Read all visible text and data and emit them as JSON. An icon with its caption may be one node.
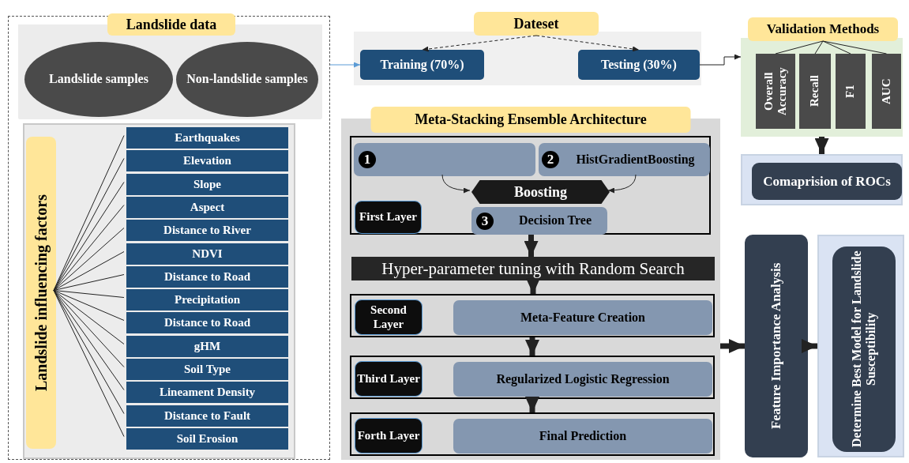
{
  "diagram": {
    "nodes": [
      {
        "text": [],
        "shape": "box"
      },
      {
        "text": [],
        "shape": "box",
        "in": 0
      },
      {
        "text": [
          "Landslide data"
        ],
        "in": 1
      },
      {
        "text": [
          "Landslide samples"
        ],
        "in": 1
      },
      {
        "text": [
          "Non-landslide samples"
        ],
        "in": 1
      },
      {
        "text": [],
        "shape": "box",
        "in": 0
      },
      {
        "text": [
          "Landslide influencing factors"
        ],
        "in": 5
      },
      {
        "text": [
          "Earthquakes"
        ],
        "in": 5
      },
      {
        "text": [
          "Elevation"
        ],
        "in": 5
      },
      {
        "text": [
          "Slope"
        ],
        "in": 5
      },
      {
        "text": [
          "Aspect"
        ],
        "in": 5
      },
      {
        "text": [
          "Distance to River"
        ],
        "in": 5
      },
      {
        "text": [
          "NDVI"
        ],
        "in": 5
      },
      {
        "text": [
          "Distance to Road"
        ],
        "in": 5
      },
      {
        "text": [
          "Precipitation"
        ],
        "in": 5
      },
      {
        "text": [
          "Distance to Road"
        ],
        "in": 5
      },
      {
        "text": [
          "gHM"
        ],
        "in": 5
      },
      {
        "text": [
          "Soil Type"
        ],
        "in": 5
      },
      {
        "text": [
          "Lineament Density"
        ],
        "in": 5
      },
      {
        "text": [
          "Distance to Fault"
        ],
        "in": 5
      },
      {
        "text": [
          "Soil Erosion"
        ],
        "in": 5
      },
      {
        "text": [],
        "shape": "box"
      },
      {
        "text": [
          "Dateset"
        ],
        "in": 21
      },
      {
        "text": [
          "Training (70%)"
        ],
        "in": 21
      },
      {
        "text": [
          "Testing (30%)"
        ],
        "in": 21
      },
      {
        "text": [
          "Meta-Stacking Ensemble Architecture"
        ]
      },
      {
        "text": [],
        "shape": "box",
        "in": 25
      },
      {
        "text": [
          "1"
        ],
        "in": 26
      },
      {
        "text": [
          "2",
          "HistGradientBoosting"
        ],
        "in": 26
      },
      {
        "text": [
          "Boosting"
        ],
        "in": 26
      },
      {
        "text": [
          "3",
          "Decision Tree"
        ],
        "in": 26
      },
      {
        "text": [
          "First Layer"
        ],
        "in": 26
      },
      {
        "text": [
          "Hyper-parameter tuning with Random Search"
        ],
        "in": 25
      },
      {
        "text": [],
        "shape": "box",
        "in": 25
      },
      {
        "text": [
          "Second Layer"
        ],
        "in": 33
      },
      {
        "text": [
          "Meta-Feature Creation"
        ],
        "in": 33
      },
      {
        "text": [],
        "shape": "box",
        "in": 25
      },
      {
        "text": [
          "Third Layer"
        ],
        "in": 36
      },
      {
        "text": [
          "Regularized Logistic Regression"
        ],
        "in": 36
      },
      {
        "text": [],
        "shape": "box",
        "in": 25
      },
      {
        "text": [
          "Forth Layer"
        ],
        "in": 39
      },
      {
        "text": [
          "Final Prediction"
        ],
        "in": 39
      },
      {
        "text": [],
        "shape": "box"
      },
      {
        "text": [
          "Validation Methods"
        ],
        "in": 42
      },
      {
        "text": [
          "Overall Accuracy"
        ],
        "in": 42
      },
      {
        "text": [
          "Recall"
        ],
        "in": 42
      },
      {
        "text": [
          "F1"
        ],
        "in": 42
      },
      {
        "text": [
          "AUC"
        ],
        "in": 42
      },
      {
        "text": [],
        "shape": "box"
      },
      {
        "text": [
          "Comaprision of ROCs"
        ],
        "in": 48
      },
      {
        "text": [
          "Feature Importance Analysis"
        ]
      },
      {
        "text": [],
        "shape": "box"
      },
      {
        "text": [
          "Determine Best Model for Landslide Susceptibility"
        ],
        "in": 51
      }
    ],
    "edges": [
      {
        "from": 6,
        "to": 7,
        "arrow": "none"
      },
      {
        "from": 6,
        "to": 8,
        "arrow": "none"
      },
      {
        "from": 6,
        "to": 9,
        "arrow": "none"
      },
      {
        "from": 6,
        "to": 10,
        "arrow": "none"
      },
      {
        "from": 6,
        "to": 11,
        "arrow": "none"
      },
      {
        "from": 6,
        "to": 12,
        "arrow": "none"
      },
      {
        "from": 6,
        "to": 13,
        "arrow": "none"
      },
      {
        "from": 6,
        "to": 14,
        "arrow": "none"
      },
      {
        "from": 6,
        "to": 15,
        "arrow": "none"
      },
      {
        "from": 6,
        "to": 16,
        "arrow": "none"
      },
      {
        "from": 6,
        "to": 17,
        "arrow": "none"
      },
      {
        "from": 6,
        "to": 18,
        "arrow": "none"
      },
      {
        "from": 6,
        "to": 19,
        "arrow": "none"
      },
      {
        "from": 6,
        "to": 20,
        "arrow": "none"
      },
      {
        "from": 0,
        "to": 23,
        "arrow": "to",
        "color": "#5b9bd5"
      },
      {
        "from": 22,
        "to": 23,
        "arrow": "to",
        "style": "dashed"
      },
      {
        "from": 22,
        "to": 24,
        "arrow": "to",
        "style": "dashed"
      },
      {
        "from": 24,
        "to": 42,
        "arrow": "to"
      },
      {
        "from": 27,
        "to": 29,
        "arrow": "to"
      },
      {
        "from": 28,
        "to": 29,
        "arrow": "to"
      },
      {
        "from": 26,
        "to": 32,
        "arrow": "to",
        "style": "thick"
      },
      {
        "from": 32,
        "to": 33,
        "arrow": "to",
        "style": "thick"
      },
      {
        "from": 33,
        "to": 36,
        "arrow": "to",
        "style": "thick"
      },
      {
        "from": 36,
        "to": 39,
        "arrow": "to",
        "style": "thick"
      },
      {
        "from": 43,
        "to": 44,
        "arrow": "none"
      },
      {
        "from": 43,
        "to": 45,
        "arrow": "none"
      },
      {
        "from": 43,
        "to": 46,
        "arrow": "none"
      },
      {
        "from": 43,
        "to": 47,
        "arrow": "none"
      },
      {
        "from": 42,
        "to": 48,
        "arrow": "to",
        "style": "thick"
      },
      {
        "from": 25,
        "to": 50,
        "arrow": "to",
        "style": "thick"
      },
      {
        "from": 50,
        "to": 51,
        "arrow": "to",
        "style": "thick"
      }
    ]
  }
}
